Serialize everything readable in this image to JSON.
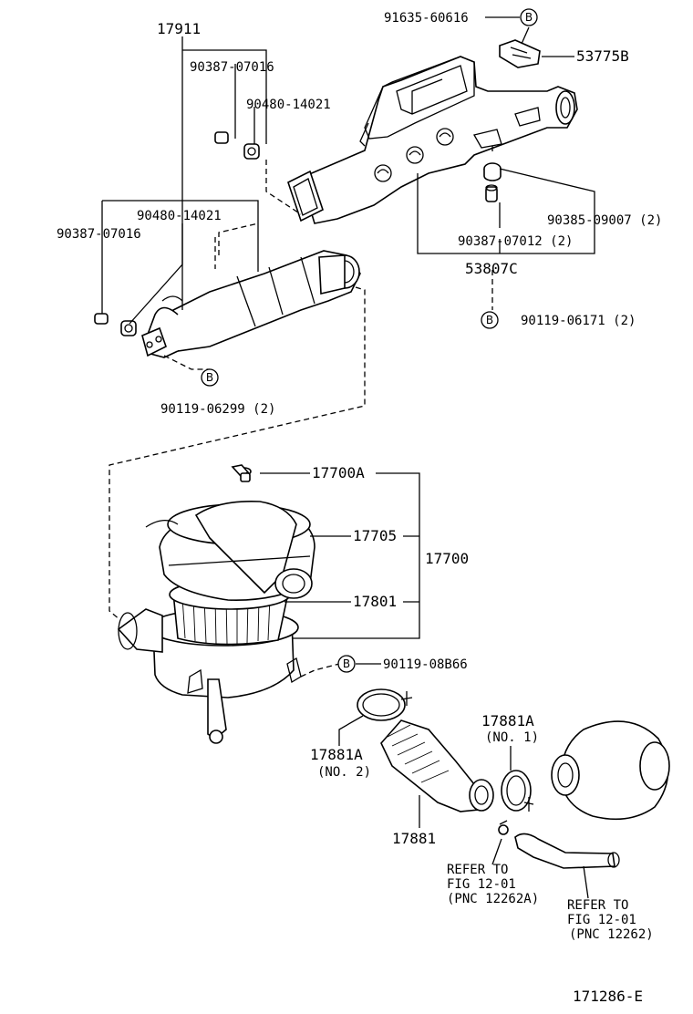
{
  "callout_symbol": "B",
  "labels": {
    "p17911": "17911",
    "p90387_07016_top": "90387-07016",
    "p90480_14021_top": "90480-14021",
    "p90480_14021_mid": "90480-14021",
    "p90387_07016_mid": "90387-07016",
    "p90119_06299": "90119-06299 (2)",
    "p91635_60616": "91635-60616",
    "p53775B": "53775B",
    "p90385_09007": "90385-09007 (2)",
    "p90387_07012": "90387-07012 (2)",
    "p53807C": "53807C",
    "p90119_06171": "90119-06171 (2)",
    "p17700A": "17700A",
    "p17705": "17705",
    "p17700": "17700",
    "p17801": "17801",
    "p90119_08866": "90119-08B66",
    "p17881A_no2": "17881A",
    "p17881A_no2_sub": "(NO. 2)",
    "p17881A_no1": "17881A",
    "p17881A_no1_sub": "(NO. 1)",
    "p17881": "17881",
    "refer1_l1": "REFER TO",
    "refer1_l2": "FIG 12-01",
    "refer1_l3": "(PNC 12262A)",
    "refer2_l1": "REFER TO",
    "refer2_l2": "FIG 12-01",
    "refer2_l3": "(PNC 12262)",
    "fig_id": "171286-E"
  }
}
